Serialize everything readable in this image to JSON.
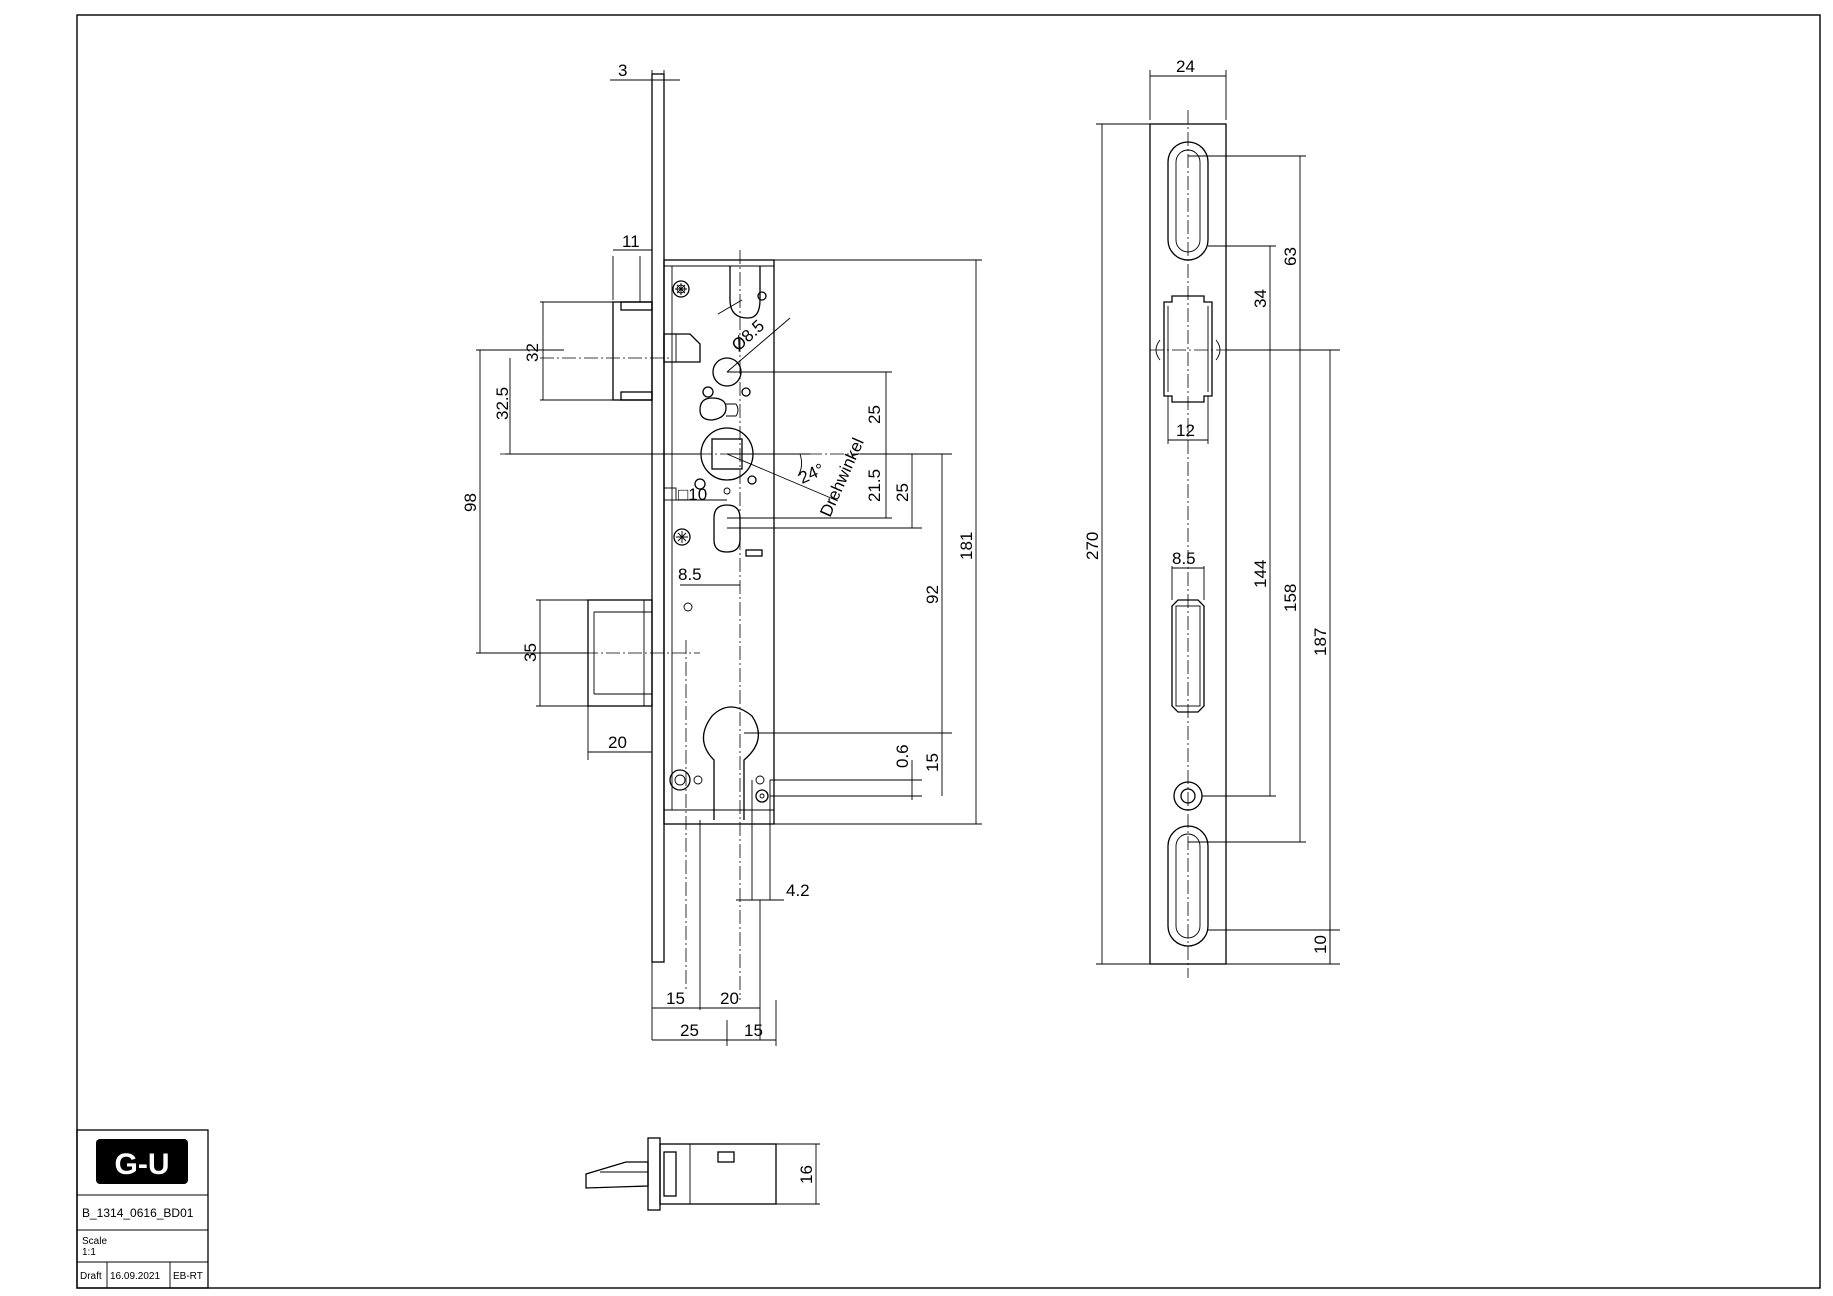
{
  "title_block": {
    "logo_text": "G-U",
    "drawing_number": "B_1314_0616_BD01",
    "scale_label": "Scale",
    "scale_value": "1:1",
    "draft_label": "Draft",
    "date": "16.09.2021",
    "author": "EB-RT"
  },
  "front_view": {
    "dim_faceplate_thickness": "3",
    "dim_latch_depth": "11",
    "dim_latch_height": "32",
    "dim_latch_to_spindle": "32.5",
    "dim_latch_to_bolt": "98",
    "dim_bolt_height": "35",
    "dim_bolt_throw": "20",
    "dim_hole_diameter": "Ø8.5",
    "dim_hole_to_spindle": "25",
    "dim_spindle_to_slot": "21.5",
    "dim_spindle_to_slot2": "25",
    "dim_square": "□10",
    "angle": "24°",
    "angle_label": "Drehwinkel",
    "dim_slot_width": "8.5",
    "dim_spindle_to_cylinder": "92",
    "dim_case_height": "181",
    "dim_offset_small": "0.6",
    "dim_cylinder_lower": "15",
    "dim_pin": "4.2",
    "dim_bottom_15a": "15",
    "dim_bottom_20": "20",
    "dim_backset": "25",
    "dim_bottom_15b": "15"
  },
  "faceplate_view": {
    "dim_width": "24",
    "dim_total_height": "270",
    "dim_slot_to_center": "63",
    "dim_latch_opening": "34",
    "dim_latch_width": "12",
    "dim_bolt_width": "8.5",
    "dim_center_to_screw": "144",
    "dim_center_to_slot": "158",
    "dim_center_to_bottom": "187",
    "dim_bottom_margin": "10"
  },
  "bottom_view": {
    "dim_thickness": "16"
  }
}
